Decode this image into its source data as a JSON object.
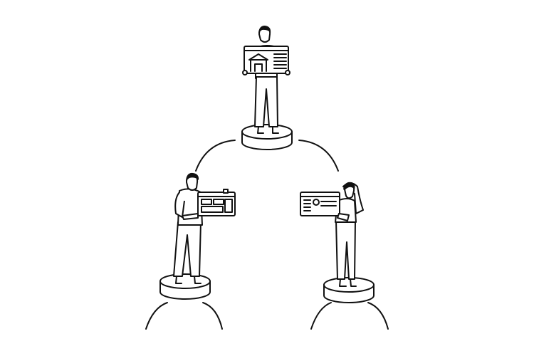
{
  "colors": {
    "background": "#ffffff",
    "line": "#111111"
  },
  "figures": [
    {
      "role": "top",
      "board_icon": "building-icon"
    },
    {
      "role": "left",
      "board_icon": "layout-icon"
    },
    {
      "role": "right",
      "board_icon": "profile-icon"
    }
  ]
}
